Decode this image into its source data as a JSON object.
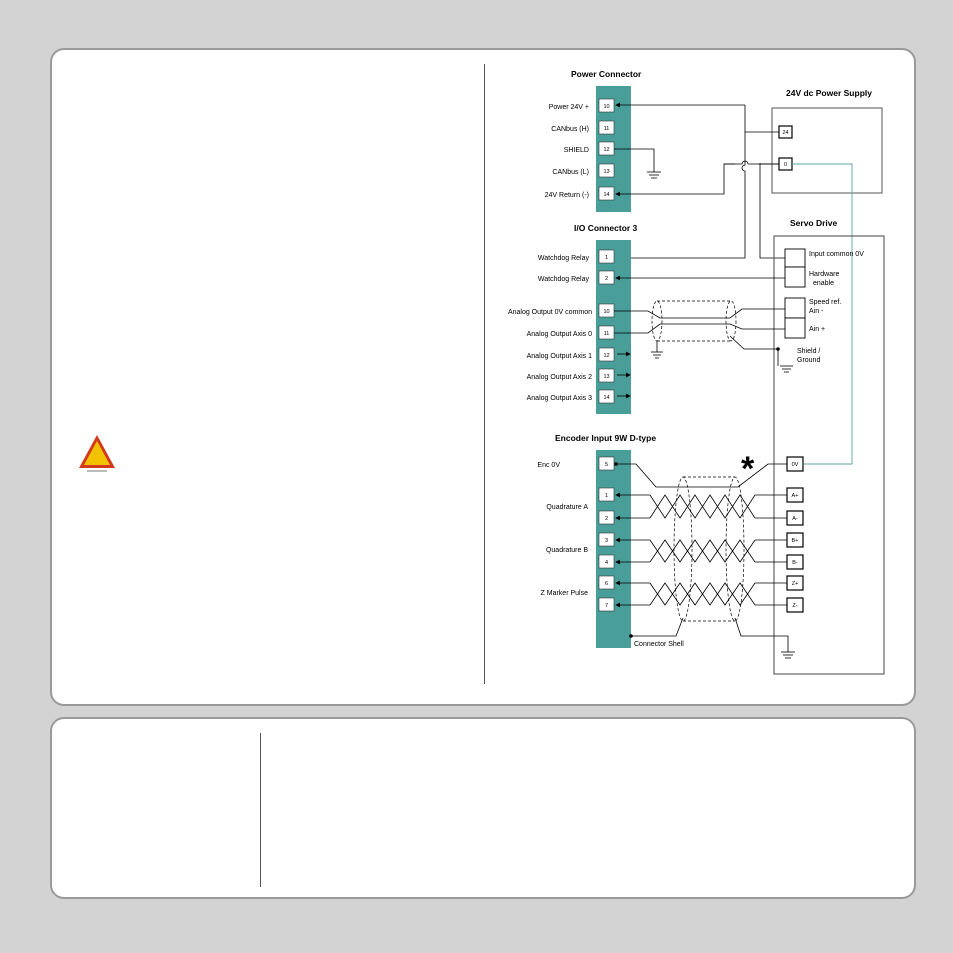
{
  "power_connector": {
    "title": "Power Connector",
    "pins": [
      {
        "num": "10",
        "label": "Power 24V +"
      },
      {
        "num": "11",
        "label": "CANbus (H)"
      },
      {
        "num": "12",
        "label": "SHIELD"
      },
      {
        "num": "13",
        "label": "CANbus (L)"
      },
      {
        "num": "14",
        "label": "24V Return (-)"
      }
    ]
  },
  "power_supply": {
    "title": "24V dc Power Supply",
    "terminals": [
      "24",
      "0"
    ]
  },
  "io_connector": {
    "title": "I/O Connector 3",
    "pins": [
      {
        "num": "1",
        "label": "Watchdog Relay"
      },
      {
        "num": "2",
        "label": "Watchdog Relay"
      },
      {
        "num": "10",
        "label": "Analog Output 0V common"
      },
      {
        "num": "11",
        "label": "Analog Output Axis 0"
      },
      {
        "num": "12",
        "label": "Analog Output Axis 1"
      },
      {
        "num": "13",
        "label": "Analog Output Axis 2"
      },
      {
        "num": "14",
        "label": "Analog Output Axis 3"
      }
    ]
  },
  "servo_drive": {
    "title": "Servo Drive",
    "input_common": "Input common 0V",
    "hardware_enable": [
      "Hardware",
      "enable"
    ],
    "speed_ref": [
      "Speed ref.",
      "Ain -"
    ],
    "ain_plus": "Ain +",
    "shield_ground": [
      "Shield /",
      "Ground"
    ],
    "encoder_terminals": [
      "0V",
      "A+",
      "A-",
      "B+",
      "B-",
      "Z+",
      "Z-"
    ]
  },
  "encoder_connector": {
    "title": "Encoder Input 9W D-type",
    "pins": [
      "5",
      "1",
      "2",
      "3",
      "4",
      "6",
      "7"
    ],
    "labels": {
      "enc0v": "Enc 0V",
      "quad_a": "Quadrature A",
      "quad_b": "Quadrature B",
      "z_marker": "Z Marker Pulse"
    },
    "shell": "Connector Shell"
  },
  "note_mark": "*",
  "colors": {
    "connector": "#4a9e9a",
    "teal_wire": "#5aa5a5",
    "warning_fill": "#f2c200",
    "warning_edge": "#d13a1a"
  }
}
